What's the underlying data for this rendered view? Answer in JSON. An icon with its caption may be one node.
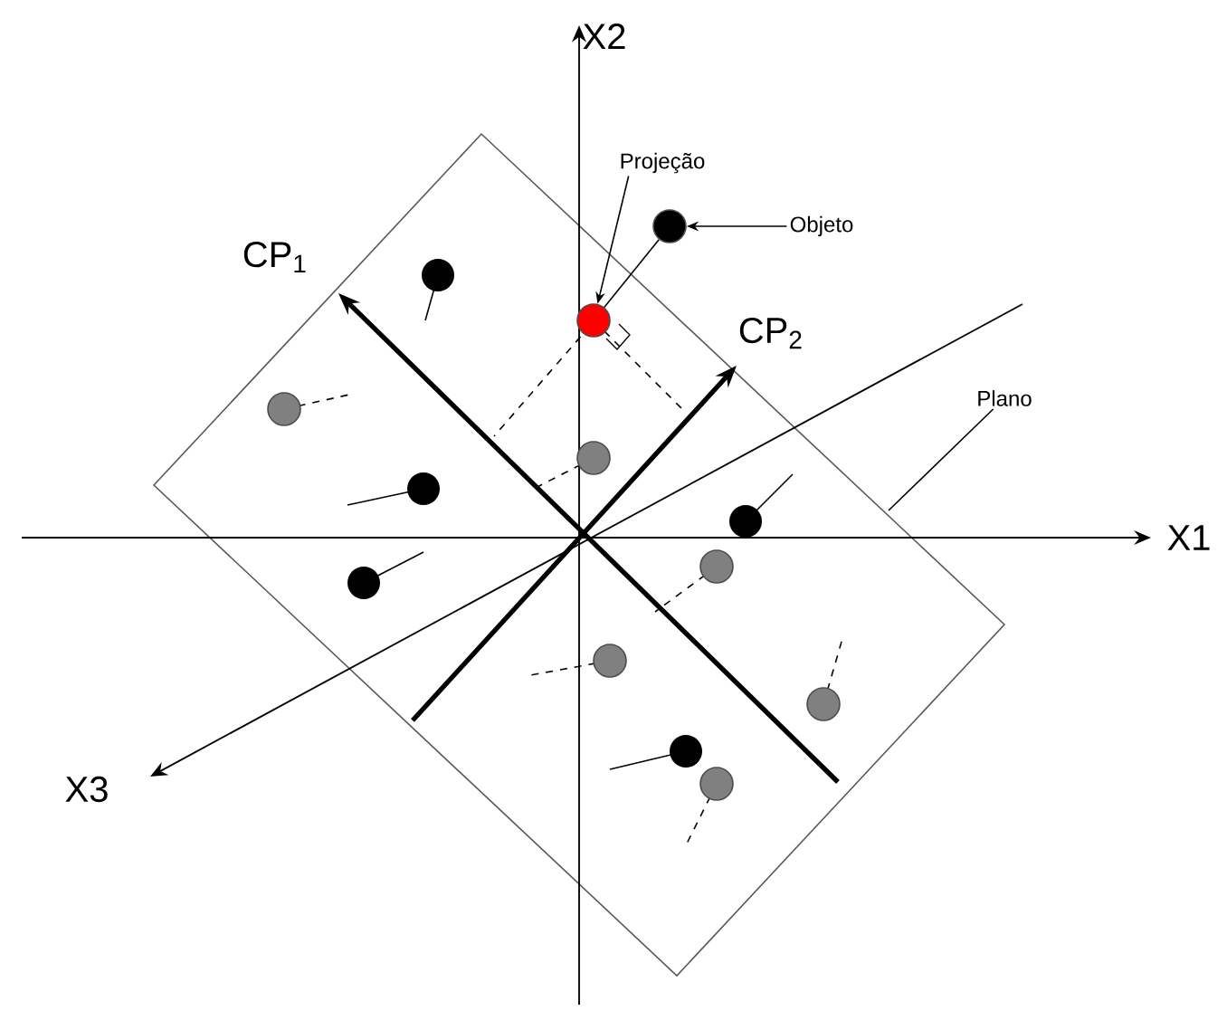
{
  "diagram": {
    "nodes": [
      {
        "text": [
          "Projeção"
        ]
      },
      {
        "text": [
          "Objeto"
        ]
      },
      {
        "text": [
          "Plano"
        ]
      },
      {
        "text": [],
        "shape": "circle"
      },
      {
        "text": [],
        "shape": "circle"
      }
    ],
    "edges": [
      {
        "from": 0,
        "to": 3,
        "arrow": "to"
      },
      {
        "from": 1,
        "to": 4,
        "arrow": "to"
      },
      {
        "from": 2,
        "to": null,
        "arrow": "none"
      },
      {
        "from": 4,
        "to": 3,
        "arrow": "none"
      }
    ],
    "labels": [
      "X2",
      "X1",
      "X3",
      "CP$_{1}$",
      "CP$_{2}$"
    ]
  }
}
